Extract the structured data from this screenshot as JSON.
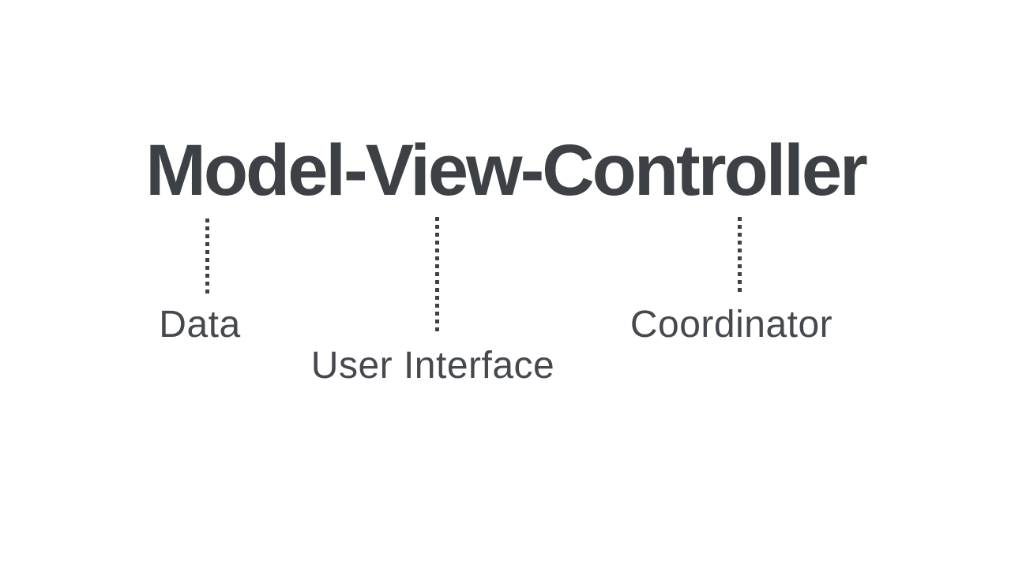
{
  "page": {
    "background_color": "#ffffff",
    "text_color": "#3d4146"
  },
  "diagram": {
    "title": "Model-View-Controller",
    "annotations": [
      {
        "label": "Data",
        "links_to_word": "Model"
      },
      {
        "label": "User Interface",
        "links_to_word": "View"
      },
      {
        "label": "Coordinator",
        "links_to_word": "Controller"
      }
    ],
    "connector_style": "dotted-vertical-line"
  }
}
